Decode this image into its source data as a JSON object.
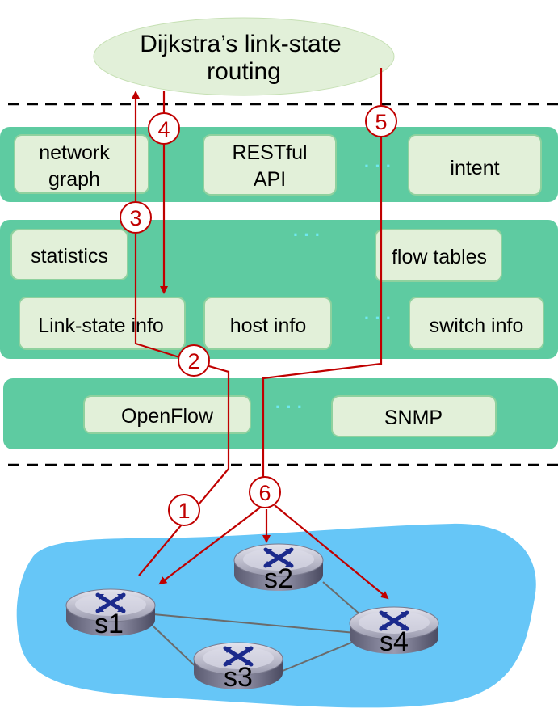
{
  "app": {
    "title_line1": "Dijkstra’s link-state",
    "title_line2": "routing"
  },
  "northbound": {
    "items": [
      {
        "line1": "network",
        "line2": "graph"
      },
      {
        "line1": "RESTful",
        "line2": "API"
      },
      {
        "line1": "intent",
        "line2": ""
      }
    ],
    "ellipsis": "· · ·"
  },
  "controller": {
    "items": [
      "statistics",
      "flow tables",
      "Link-state info",
      "host info",
      "switch info"
    ],
    "ellipsis_top": "· · ·",
    "ellipsis_bottom": "· · ·"
  },
  "southbound": {
    "items": [
      "OpenFlow",
      "SNMP"
    ],
    "ellipsis": "· · ·"
  },
  "steps": [
    "1",
    "2",
    "3",
    "4",
    "5",
    "6"
  ],
  "switches": [
    "s1",
    "s2",
    "s3",
    "s4"
  ],
  "colors": {
    "layer_bg": "#5ecba1",
    "box_bg": "#e2f0d9",
    "box_border": "#8fd19e",
    "ellipse_bg": "#e2f0d9",
    "arrow_red": "#c00000",
    "network_blue": "#66c6f7",
    "switch_gray": "#b8b8c8",
    "switch_x": "#1b2a8c",
    "dots_cyan": "#6fe8f0"
  }
}
